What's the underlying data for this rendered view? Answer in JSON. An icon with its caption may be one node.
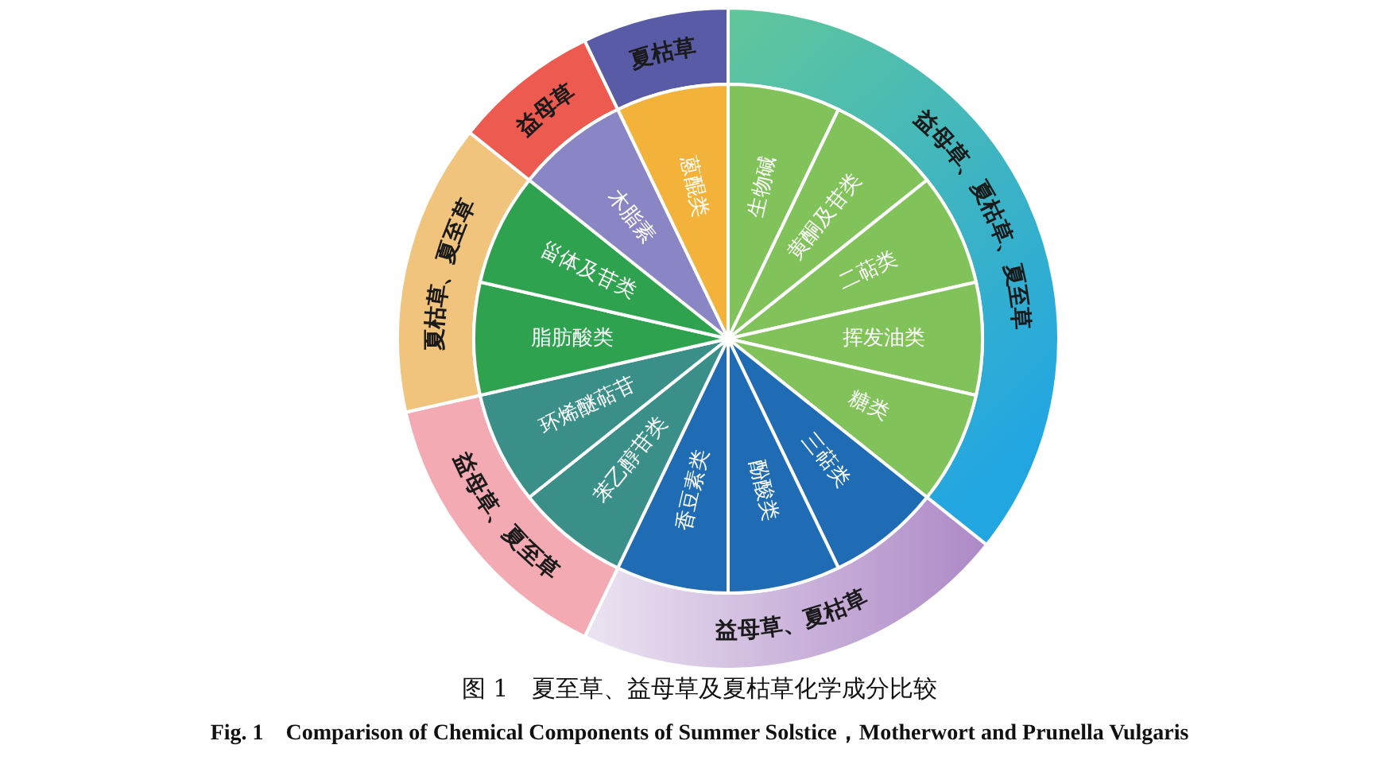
{
  "diagram": {
    "caption": "图 1　夏至草、益母草及夏枯草化学成分比较",
    "nodes": [
      {
        "text": [
          "益母草、夏枯草、夏至草"
        ]
      },
      {
        "text": [
          "益母草、夏枯草"
        ]
      },
      {
        "text": [
          "益母草、夏至草"
        ]
      },
      {
        "text": [
          "夏枯草、夏至草"
        ]
      },
      {
        "text": [
          "益母草"
        ]
      },
      {
        "text": [
          "夏枯草"
        ]
      },
      {
        "text": [
          "生物碱"
        ]
      },
      {
        "text": [
          "黄酮及苷类"
        ]
      },
      {
        "text": [
          "二萜类"
        ]
      },
      {
        "text": [
          "挥发油类"
        ]
      },
      {
        "text": [
          "糖类"
        ]
      },
      {
        "text": [
          "三萜类"
        ]
      },
      {
        "text": [
          "酚酸类"
        ]
      },
      {
        "text": [
          "香豆素类"
        ]
      },
      {
        "text": [
          "苯乙醇苷类"
        ]
      },
      {
        "text": [
          "环烯醚萜苷"
        ]
      },
      {
        "text": [
          "脂肪酸类"
        ]
      },
      {
        "text": [
          "甾体及苷类"
        ]
      },
      {
        "text": [
          "木脂素"
        ]
      },
      {
        "text": [
          "蒽醌类"
        ]
      }
    ],
    "labels": [
      "Fig. 1　Comparison of Chemical Components of Summer Solstice，Motherwort and Prunella Vulgaris"
    ]
  }
}
